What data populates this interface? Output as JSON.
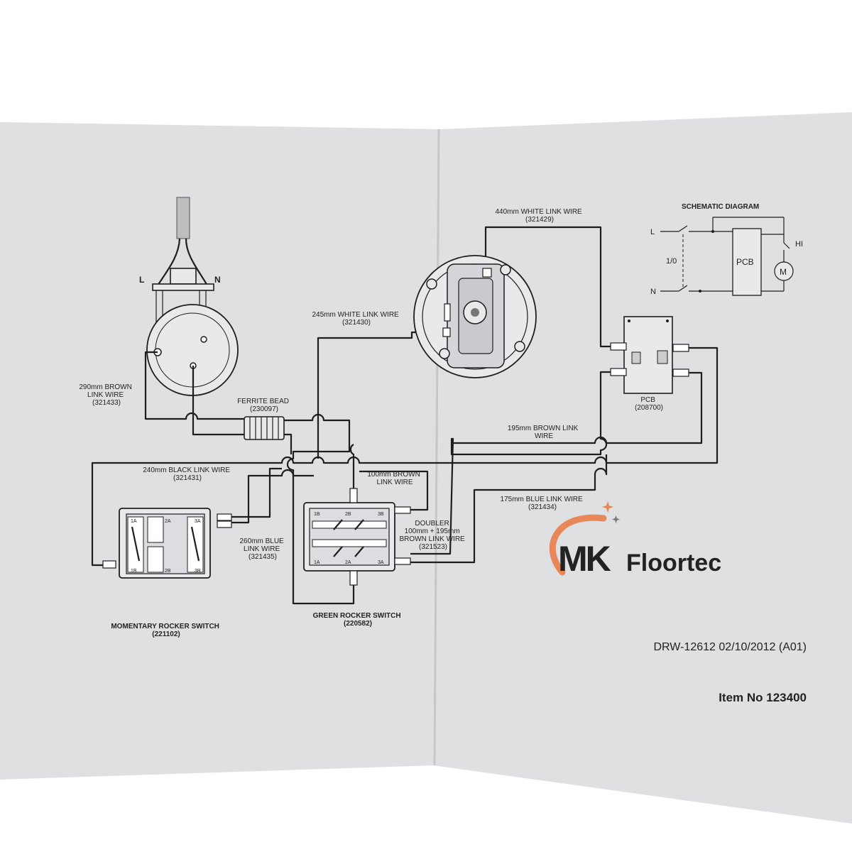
{
  "labels": {
    "link_290": [
      "290mm BROWN",
      "LINK WIRE",
      "(321433)"
    ],
    "ferrite": [
      "FERRITE BEAD",
      "(230097)"
    ],
    "link_245": [
      "245mm WHITE LINK WIRE",
      "(321430)"
    ],
    "link_440": [
      "440mm WHITE LINK WIRE",
      "(321429)"
    ],
    "schematic_title": "SCHEMATIC DIAGRAM",
    "sch_L": "L",
    "sch_N": "N",
    "sch_10": "1/0",
    "sch_PCB": "PCB",
    "sch_HI": "HI",
    "sch_M": "M",
    "pcb": [
      "PCB",
      "(208700)"
    ],
    "link_195": [
      "195mm BROWN LINK",
      "WIRE"
    ],
    "link_240": [
      "240mm BLACK LINK WIRE",
      "(321431)"
    ],
    "link_100": [
      "100mm BROWN",
      "LINK WIRE"
    ],
    "link_175": [
      "175mm BLUE LINK WIRE",
      "(321434)"
    ],
    "doubler": [
      "DOUBLER",
      "100mm + 195mm",
      "BROWN LINK WIRE",
      "(321523)"
    ],
    "link_260": [
      "260mm BLUE",
      "LINK WIRE",
      "(321435)"
    ],
    "momentary": [
      "MOMENTARY ROCKER SWITCH",
      "(221102)"
    ],
    "green": [
      "GREEN ROCKER SWITCH",
      "(220582)"
    ],
    "cable_L": "L",
    "cable_N": "N",
    "drawing_no": "DRW-12612 02/10/2012 (A01)",
    "item_no": "Item No 123400",
    "switch_marks": [
      "1A",
      "2A",
      "3A",
      "1B",
      "2B",
      "3B"
    ]
  },
  "logo": {
    "mk": "MK",
    "floortec": "Floortec",
    "colors": {
      "mk": "#707070",
      "floortec": "#707070",
      "arc": "#e8875a"
    }
  },
  "colors": {
    "paper": "#dfe0e2",
    "ink": "#1e1e1e",
    "background": "#ffffff"
  }
}
